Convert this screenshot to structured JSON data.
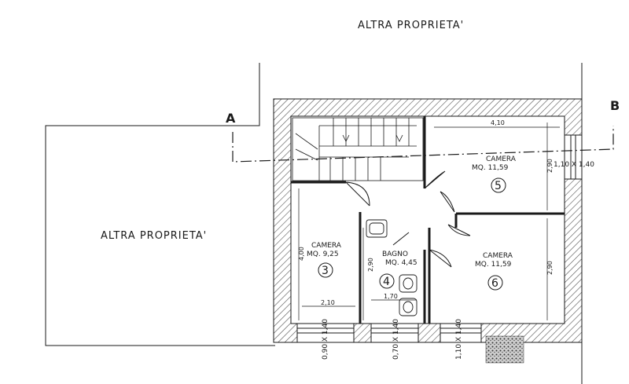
{
  "labels": {
    "top_property": "ALTRA PROPRIETA'",
    "left_property": "ALTRA PROPRIETA'",
    "section_a": "A",
    "section_b": "B"
  },
  "rooms": [
    {
      "id": "3",
      "name": "CAMERA",
      "area": "MQ. 9,25",
      "number": "3"
    },
    {
      "id": "4",
      "name": "BAGNO",
      "area": "MQ. 4,45",
      "number": "4"
    },
    {
      "id": "5",
      "name": "CAMERA",
      "area": "MQ. 11,59",
      "number": "5"
    },
    {
      "id": "6",
      "name": "CAMERA",
      "area": "MQ. 11,59",
      "number": "6"
    }
  ],
  "dimensions": {
    "room5_width": "4,10",
    "room5_height": "2,90",
    "room6_height": "2,90",
    "room3_height": "4,00",
    "room3_width": "2,10",
    "bagno_height": "2,90",
    "bagno_width": "1,70"
  },
  "windows": {
    "right": "1,10 X 1,40",
    "w1": "0,90 X 1,40",
    "w2": "0,70 X 1,40",
    "w3": "1,10 X 1,40"
  },
  "colors": {
    "ink": "#1a1a1a",
    "wall_hatch": "#555555"
  }
}
